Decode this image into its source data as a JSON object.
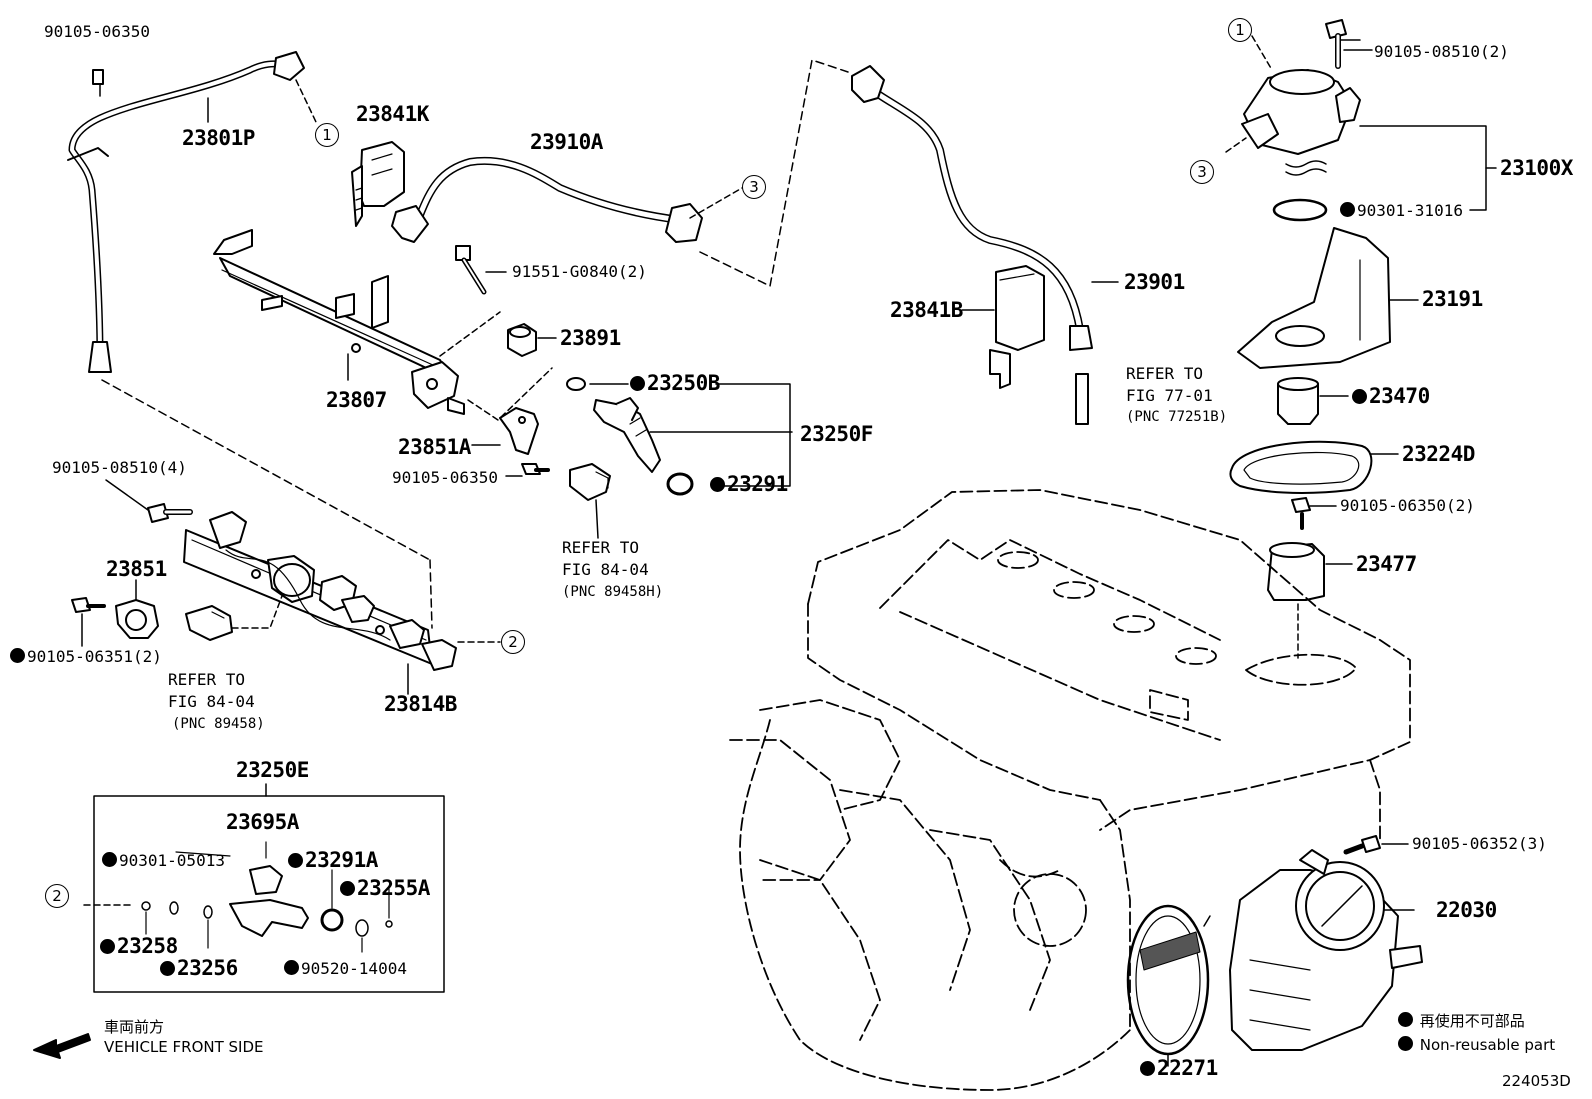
{
  "diagram_id": "224053D",
  "legend": {
    "non_reusable_jp": "再使用不可部品",
    "non_reusable_en": "Non-reusable part"
  },
  "vehicle_front": {
    "jp": "車両前方",
    "en": "VEHICLE FRONT SIDE"
  },
  "kit_label": "23250E",
  "callouts": [
    "1",
    "2",
    "3"
  ],
  "parts": {
    "p90105_06350_top": "90105-06350",
    "p23801P": "23801P",
    "p23841K": "23841K",
    "p23910A": "23910A",
    "p91551_G0840": "91551-G0840(2)",
    "p23891": "23891",
    "p23807": "23807",
    "p23250B": "23250B",
    "p23250F": "23250F",
    "p23851A": "23851A",
    "p90105_06350_mid": "90105-06350",
    "p23291": "23291",
    "p90105_08510_4": "90105-08510(4)",
    "p23851": "23851",
    "p90105_06351": "90105-06351(2)",
    "p23814B": "23814B",
    "p23841B": "23841B",
    "p23901": "23901",
    "p90105_08510_2": "90105-08510(2)",
    "p23100X": "23100X",
    "p90301_31016": "90301-31016",
    "p23191": "23191",
    "p23470": "23470",
    "p23224D": "23224D",
    "p90105_06350_2": "90105-06350(2)",
    "p23477": "23477",
    "p90105_06352": "90105-06352(3)",
    "p22030": "22030",
    "p22271": "22271",
    "p23695A": "23695A",
    "p90301_05013": "90301-05013",
    "p23291A": "23291A",
    "p23255A": "23255A",
    "p23258": "23258",
    "p23256": "23256",
    "p90520_14004": "90520-14004"
  },
  "refs": {
    "ref1": {
      "line1": "REFER TO",
      "line2": "FIG 84-04",
      "line3": "(PNC 89458H)"
    },
    "ref2": {
      "line1": "REFER TO",
      "line2": "FIG 84-04",
      "line3": "(PNC 89458)"
    },
    "ref3": {
      "line1": "REFER TO",
      "line2": "FIG 77-01",
      "line3": "(PNC 77251B)"
    }
  }
}
